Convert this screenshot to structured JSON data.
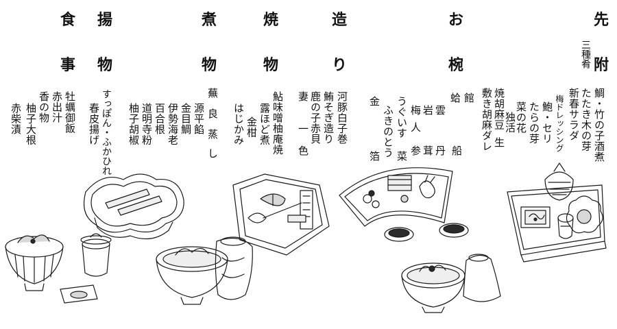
{
  "course": {
    "sakizuke": {
      "title_top": "先",
      "title_bottom": "附",
      "note": "三種肴",
      "items": [
        "鯛・竹の子酒煮",
        "たたき木の芽",
        "新春サラダ",
        "梅ドレッシング",
        "鮑・セリ",
        "たらの芽",
        "菜の花",
        "独活",
        "生",
        "焼胡麻豆",
        "敷き胡麻ダレ"
      ]
    },
    "owan": {
      "title_top": "お",
      "title_bottom": "椀",
      "items": [
        "蛤",
        "館",
        "船",
        "梅",
        "岩",
        "茸",
        "雲",
        "丹",
        "人",
        "参",
        "うぐいす",
        "菜",
        "ふきのとう",
        "金",
        "箔"
      ]
    },
    "tsukuri": {
      "title_top": "造",
      "title_bottom": "り",
      "items": [
        "河豚白子巻",
        "鮪そぎ造り",
        "鹿の子赤貝",
        "妻",
        "一",
        "色"
      ]
    },
    "yakimono": {
      "title_top": "焼",
      "title_bottom": "物",
      "items": [
        "鮎味噌柚庵焼",
        "露ほど煮",
        "金柑",
        "はじかみ"
      ]
    },
    "nimono": {
      "title_top": "煮",
      "title_bottom": "物",
      "items": [
        "蕪",
        "良",
        "蒸",
        "し",
        "源平餡",
        "金目鯛",
        "伊勢海老",
        "百合根",
        "道明寺粉",
        "柚子胡椒"
      ]
    },
    "agemono": {
      "title_top": "揚",
      "title_bottom": "物",
      "items": [
        "すっぽん・ふかひれ",
        "春皮揚げ"
      ]
    },
    "shokuji": {
      "title_top": "食",
      "title_bottom": "事",
      "items": [
        "牡蠣御飯",
        "赤出汁",
        "香の物",
        "柚子大根",
        "赤柴漬"
      ]
    }
  }
}
